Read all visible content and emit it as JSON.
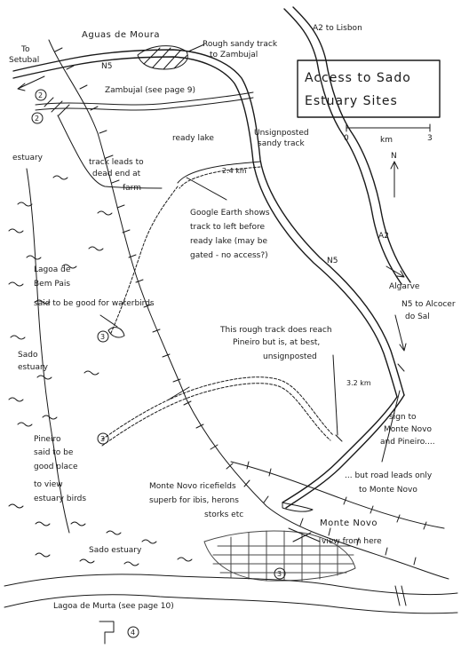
{
  "title_box": {
    "line1": "Access to Sado",
    "line2": "Estuary Sites"
  },
  "scale": {
    "start": "0",
    "unit": "km",
    "end": "3"
  },
  "north": "N",
  "roads": {
    "a2_to_lisbon": "A2 to Lisbon",
    "a2": "A2",
    "algarve": "Algarve",
    "n5_top": "N5",
    "n5_mid": "N5",
    "n5_to_alcocer_1": "N5 to Alcocer",
    "n5_to_alcocer_2": "do Sal",
    "to_setubal_1": "To",
    "to_setubal_2": "Setubal"
  },
  "places": {
    "aguas_de_moura": "Aguas de Moura",
    "zambujal": "Zambujal (see page 9)",
    "monte_novo": "Monte Novo",
    "lagoa_de_murta": "Lagoa de Murta (see page 10)"
  },
  "annotations": {
    "rough_track_1": "Rough sandy track",
    "rough_track_2": "to Zambujal",
    "unsignposted_1": "Unsignposted",
    "unsignposted_2": "sandy track",
    "ready_lake": "ready lake",
    "dist_2_4": "2.4 km",
    "track_dead_end_1": "track leads to",
    "track_dead_end_2": "dead end at",
    "track_dead_end_3": "farm",
    "google_1": "Google Earth shows",
    "google_2": "track to left before",
    "google_3": "ready lake (may be",
    "google_4": "gated - no access?)",
    "estuary_top": "estuary",
    "lagoa_bem_pais_1": "Lagoa de",
    "lagoa_bem_pais_2": "Bem Pais",
    "lagoa_bem_pais_3": "said to be good for waterbirds",
    "sado_estuary_1": "Sado",
    "sado_estuary_2": "estuary",
    "rough_reach_1": "This rough track does reach",
    "rough_reach_2": "Pineiro but is, at best,",
    "rough_reach_3": "unsignposted",
    "dist_3_2": "3.2 km",
    "sign_1": "sign to",
    "sign_2": "Monte Novo",
    "sign_3": "and Pineiro....",
    "road_only_1": "... but road leads only",
    "road_only_2": "to Monte Novo",
    "pineiro_1": "Pineiro",
    "pineiro_2": "said to be",
    "pineiro_3": "good place",
    "pineiro_4": "to view",
    "pineiro_5": "estuary birds",
    "ricefields_1": "Monte Novo ricefields",
    "ricefields_2": "superb for ibis, herons",
    "ricefields_3": "storks etc",
    "view_from_here": "view from here",
    "sado_estuary_bottom": "Sado estuary"
  },
  "site_markers": [
    "2",
    "2",
    "3",
    "3",
    "3",
    "4"
  ]
}
